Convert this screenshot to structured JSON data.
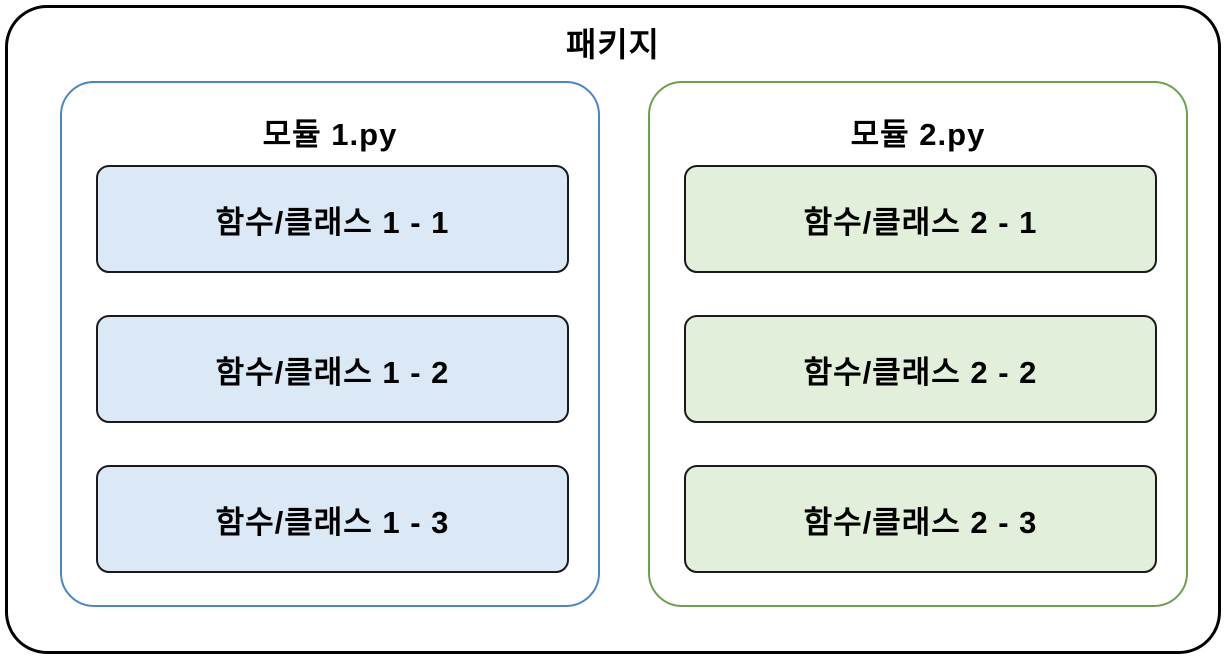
{
  "diagram": {
    "title": "패키지",
    "outline_color": "#000000",
    "box_border_color": "#1a1a1a",
    "modules": [
      {
        "label": "모듈 1.py",
        "accent_border": "#4a86c6",
        "box_fill": "#dbe9f6",
        "boxes": [
          "함수/클래스 1 - 1",
          "함수/클래스 1 - 2",
          "함수/클래스 1 - 3"
        ]
      },
      {
        "label": "모듈 2.py",
        "accent_border": "#6ba04f",
        "box_fill": "#e2efda",
        "boxes": [
          "함수/클래스 2 - 1",
          "함수/클래스 2 - 2",
          "함수/클래스 2 - 3"
        ]
      }
    ]
  }
}
